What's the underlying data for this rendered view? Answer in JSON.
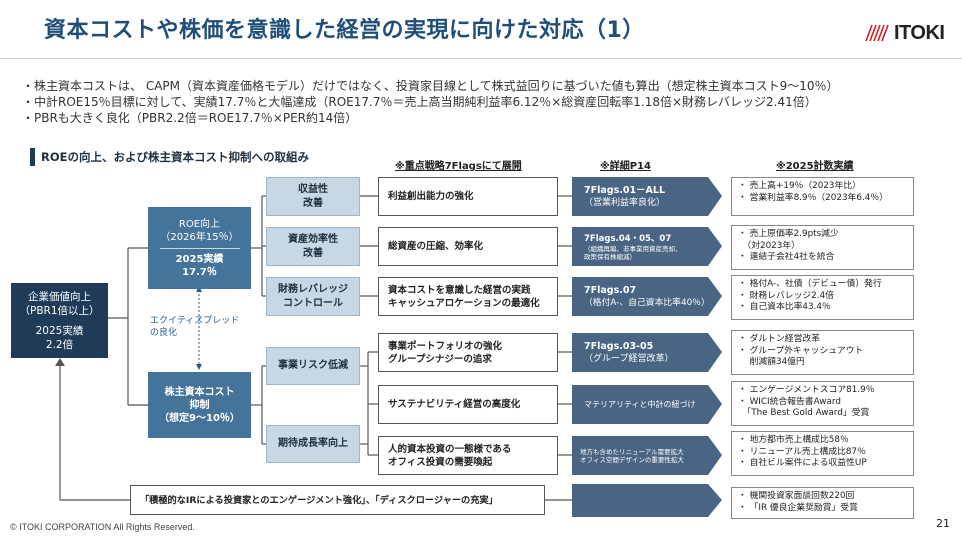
{
  "title": "資本コストや株価を意識した経営の実現に向けた対応（1）",
  "logo_text": "ITOKI",
  "bullets": [
    "・株主資本コストは、 CAPM（資本資産価格モデル）だけではなく、投資家目線として株式益回りに基づいた値も算出（想定株主資本コスト9～10％）",
    "・中計ROE15％目標に対して、実績17.7％と大幅達成（ROE17.7％＝売上高当期純利益率6.12％×総資産回転率1.18倍×財務レバレッジ2.41倍）",
    "・PBRも大きく良化（PBR2.2倍＝ROE17.7％×PER約14倍）"
  ],
  "section_title": "ROEの向上、および株主資本コスト抑制への取組み",
  "col_heads": {
    "strategy": "※重点戦略7Flagsにて展開",
    "detail": "※詳細P14",
    "results": "※2025計数実績"
  },
  "root": {
    "line1": "企業価値向上",
    "line2": "（PBR1倍以上）",
    "line3": "2025実績",
    "line4": "2.2倍"
  },
  "roe": {
    "line1": "ROE向上",
    "line2": "（2026年15％）",
    "line3": "2025実績",
    "line4": "17.7％"
  },
  "equity_spread": [
    "エクイティスプレッド",
    "の良化"
  ],
  "cost": {
    "line1": "株主資本コスト",
    "line2": "抑制",
    "line3": "（想定9～10％）"
  },
  "level2": [
    {
      "line1": "収益性",
      "line2": "改善"
    },
    {
      "line1": "資産効率性",
      "line2": "改善"
    },
    {
      "line1": "財務レバレッジ",
      "line2": "コントロール"
    },
    {
      "line1": "事業リスク低減",
      "line2": ""
    },
    {
      "line1": "期待成長率向上",
      "line2": ""
    }
  ],
  "actions": [
    {
      "line1": "利益創出能力の強化",
      "line2": ""
    },
    {
      "line1": "総資産の圧縮、効率化",
      "line2": ""
    },
    {
      "line1": "資本コストを意識した経営の実践",
      "line2": "キャッシュアロケーションの最適化"
    },
    {
      "line1": "事業ポートフォリオの強化",
      "line2": "グループシナジーの追求"
    },
    {
      "line1": "サステナビリティ経営の高度化",
      "line2": ""
    },
    {
      "line1": "人的資本投資の一態様である",
      "line2": "オフィス投資の需要喚起"
    }
  ],
  "ir_action": "「積極的なIRによる投資家とのエンゲージメント強化」、「ディスクロージャーの充実」",
  "flags": [
    {
      "big": "7Flags.01－ALL",
      "sub": "（営業利益率良化）",
      "small": ""
    },
    {
      "big": "7Flags.04・05、07",
      "sub": "",
      "small": "（組織再編、非事業用資産売却、|政策保有株縮減）"
    },
    {
      "big": "7Flags.07",
      "sub": "（格付A-、自己資本比率40％）",
      "small": ""
    },
    {
      "big": "7Flags.03-05",
      "sub": "（グループ経営改革）",
      "small": ""
    },
    {
      "big": "",
      "sub": "マテリアリティと中計の紐づけ",
      "small": ""
    },
    {
      "big": "",
      "sub": "",
      "small": "地方も含めたリニューアル需要拡大|オフィス空間デザインの重要性拡大"
    }
  ],
  "results": [
    [
      "・ 売上高+19％（2023年比）",
      "・ 営業利益率8.9％（2023年6.4％）"
    ],
    [
      "・ 売上原価率2.9pts減少",
      "　（対2023年）",
      "・ 連結子会社4社を統合"
    ],
    [
      "・ 格付A-、社債（デビュー債）発行",
      "・ 財務レバレッジ2.4倍",
      "・ 自己資本比率43.4％"
    ],
    [
      "・ ダルトン経営改革",
      "・ グループ外キャッシュアウト",
      "　 削減額34億円"
    ],
    [
      "・ エンゲージメントスコア81.9％",
      "・ WICI統合報告書Award",
      "　「The Best Gold Award」受賞"
    ],
    [
      "・ 地方都市売上構成比58％",
      "・ リニューアル売上構成比87％",
      "・ 自社ビル案件による収益性UP"
    ],
    [
      "・ 機関投資家面談回数220回",
      "・ 「IR 優良企業奨励賞」受賞"
    ]
  ],
  "footer": "© ITOKI CORPORATION All Rights Reserved.",
  "page_number": "21",
  "colors": {
    "title": "#1f4e79",
    "dark": "#1f3b57",
    "mid": "#46739a",
    "light": "#c7d7e4",
    "arrow": "#4a6583"
  }
}
